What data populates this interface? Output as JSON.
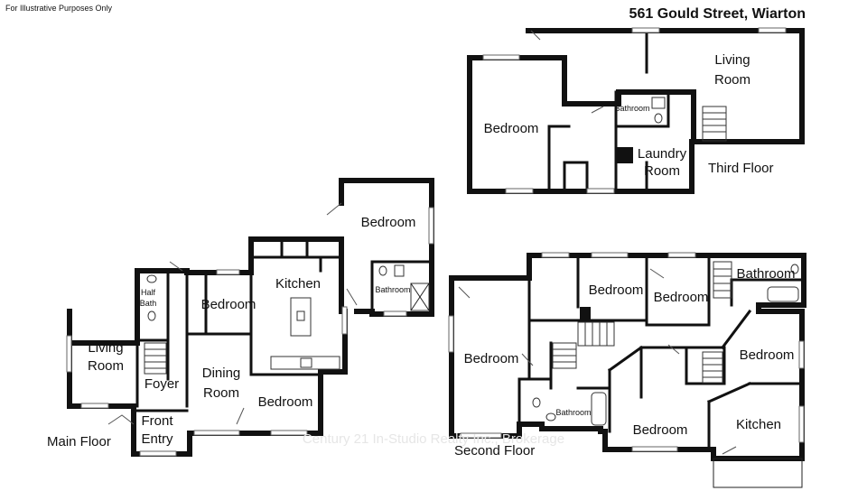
{
  "header": {
    "disclaimer": "For Illustrative Purposes Only",
    "address": "561 Gould Street, Wiarton"
  },
  "watermark": "Century 21 In-Studio Realty Inc., Brokerage",
  "floors": {
    "main": {
      "name": "Main Floor",
      "rooms": {
        "living_room_1": "Living",
        "living_room_2": "Room",
        "half_bath_1": "Half",
        "half_bath_2": "Bath",
        "foyer": "Foyer",
        "front_entry_1": "Front",
        "front_entry_2": "Entry",
        "bedroom_a": "Bedroom",
        "dining_room_1": "Dining",
        "dining_room_2": "Room",
        "bedroom_b": "Bedroom",
        "kitchen": "Kitchen",
        "bedroom_c": "Bedroom",
        "bathroom": "Bathroom"
      }
    },
    "second": {
      "name": "Second Floor",
      "rooms": {
        "bedroom_west": "Bedroom",
        "bedroom_north": "Bedroom",
        "bedroom_north_east": "Bedroom",
        "bathroom_ne": "Bathroom",
        "bedroom_east": "Bedroom",
        "bathroom_south": "Bathroom",
        "bedroom_south": "Bedroom",
        "kitchen": "Kitchen"
      }
    },
    "third": {
      "name": "Third Floor",
      "rooms": {
        "bedroom": "Bedroom",
        "living_room_1": "Living",
        "living_room_2": "Room",
        "bathroom": "Bathroom",
        "laundry_room_1": "Laundry",
        "laundry_room_2": "Room"
      }
    }
  }
}
